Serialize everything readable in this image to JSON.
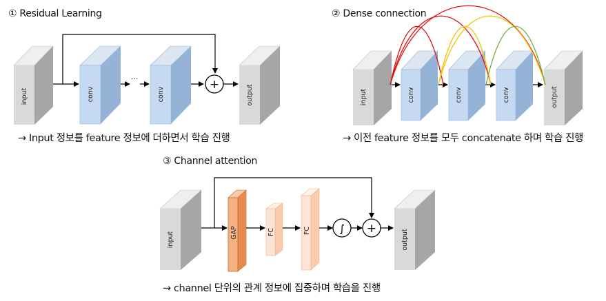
{
  "sections": {
    "residual": {
      "title": "① Residual Learning",
      "caption": "→ Input 정보를 feature 정보에 더하면서 학습 진행",
      "blocks": [
        "input",
        "conv",
        "conv",
        "output"
      ],
      "ellipsis": "···",
      "sum_symbol": "+"
    },
    "dense": {
      "title": "② Dense connection",
      "caption": "→ 이전 feature 정보를 모두 concatenate 하며 학습 진행",
      "blocks": [
        "input",
        "conv",
        "conv",
        "conv",
        "output"
      ]
    },
    "channel": {
      "title": "③ Channel attention",
      "caption": "→ channel 단위의 관계 정보에 집중하며 학습을 진행",
      "blocks": [
        "input",
        "GAP",
        "FC",
        "FC",
        "output"
      ],
      "sigmoid_symbol": "∫",
      "sum_symbol": "+"
    }
  },
  "colors": {
    "gray_front": "#d9d9d9",
    "gray_side": "#a6a6a6",
    "blue_front": "#c5d9f1",
    "blue_side": "#95b3d7",
    "orange_front": "#f4b183",
    "orange_side": "#e88a4e",
    "peach_front": "#fce4d6",
    "peach_side": "#f8cbad",
    "arc_red": "#e01010",
    "arc_yellow": "#f2c200",
    "arc_green": "#70ad47"
  }
}
